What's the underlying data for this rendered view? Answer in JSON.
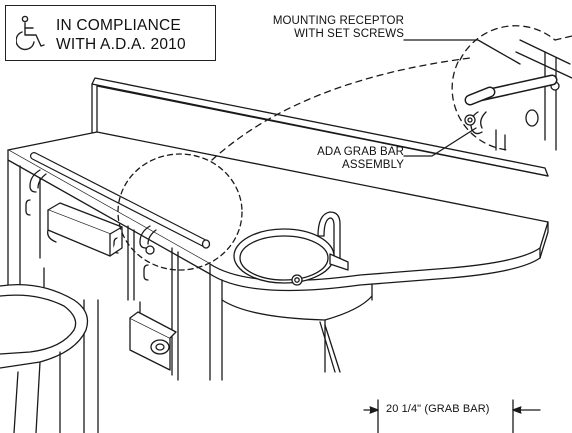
{
  "compliance_badge": {
    "line1": "IN COMPLIANCE",
    "line2": "WITH A.D.A. 2010",
    "icon": "wheelchair-accessibility-icon"
  },
  "callouts": {
    "mounting_receptor_line1": "MOUNTING RECEPTOR",
    "mounting_receptor_line2": "WITH SET SCREWS",
    "grab_bar_line1": "ADA GRAB BAR",
    "grab_bar_line2": "ASSEMBLY"
  },
  "dimension": {
    "label": "20 1/4\" (GRAB BAR)"
  },
  "colors": {
    "line": "#1a1a1a",
    "fill": "#ffffff",
    "shade": "#d9d9d9"
  }
}
